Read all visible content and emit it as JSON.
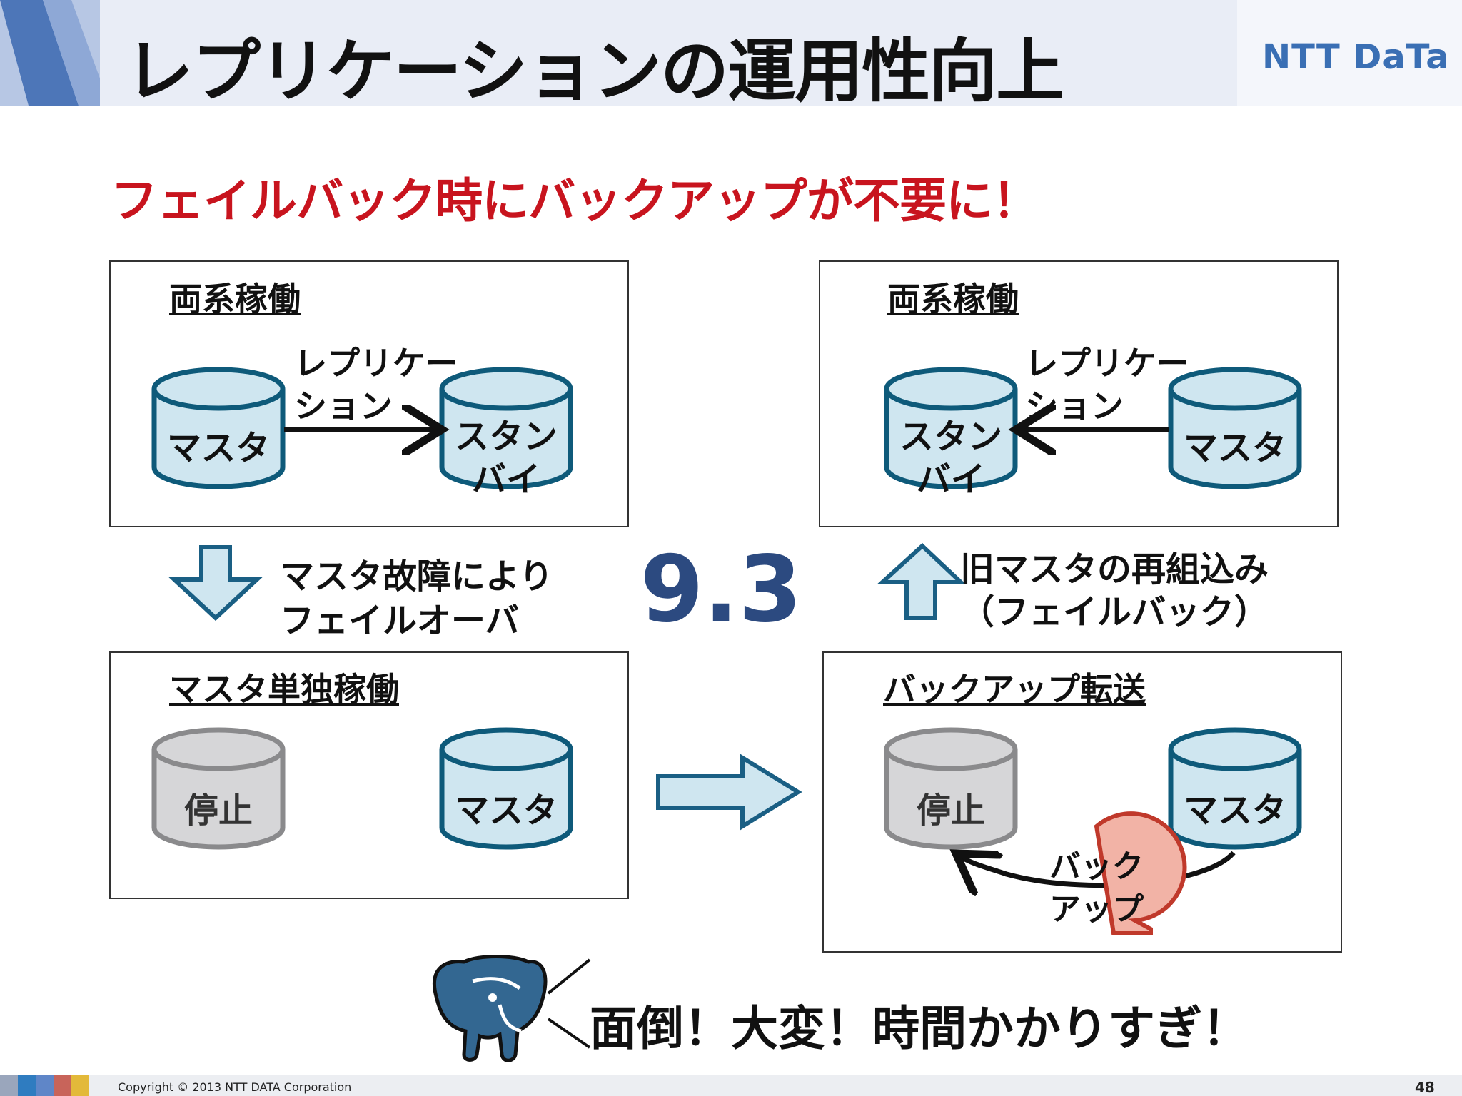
{
  "header": {
    "title": "レプリケーションの運用性向上",
    "logo": "NTT DaTa"
  },
  "subtitle": "フェイルバック時にバックアップが不要に！",
  "panels": {
    "top_left": {
      "title": "両系稼働",
      "arrow_label_line1": "レプリケー",
      "arrow_label_line2": "ション",
      "db_master": "マスタ",
      "db_standby_line1": "スタン",
      "db_standby_line2": "バイ"
    },
    "top_right": {
      "title": "両系稼働",
      "arrow_label_line1": "レプリケー",
      "arrow_label_line2": "ション",
      "db_master": "マスタ",
      "db_standby_line1": "スタン",
      "db_standby_line2": "バイ"
    },
    "bottom_left": {
      "title": "マスタ単独稼働",
      "db_stopped": "停止",
      "db_master": "マスタ"
    },
    "bottom_right": {
      "title": "バックアップ転送",
      "db_stopped": "停止",
      "db_master": "マスタ",
      "backup_line1": "バック",
      "backup_line2": "アップ"
    }
  },
  "transitions": {
    "failover_line1": "マスタ故障により",
    "failover_line2": "フェイルオーバ",
    "failback_line1": "旧マスタの再組込み",
    "failback_line2": "（フェイルバック）"
  },
  "version": "9.3",
  "complaint": "面倒！大変！時間かかりすぎ！",
  "footer": {
    "copyright": "Copyright © 2013 NTT DATA Corporation",
    "page_number": "48"
  },
  "colors": {
    "title_red": "#c8141e",
    "cylinder_fill": "#cfe6f0",
    "cylinder_stroke": "#0e5a7a",
    "stopped_fill": "#d6d6d8",
    "stopped_stroke": "#8a8a8c",
    "arrow_fill": "#cfe6f0",
    "arrow_stroke": "#1a5f84",
    "backup_fill": "#f2b3a6",
    "backup_stroke": "#c0392b",
    "version_blue": "#2c4a80"
  }
}
